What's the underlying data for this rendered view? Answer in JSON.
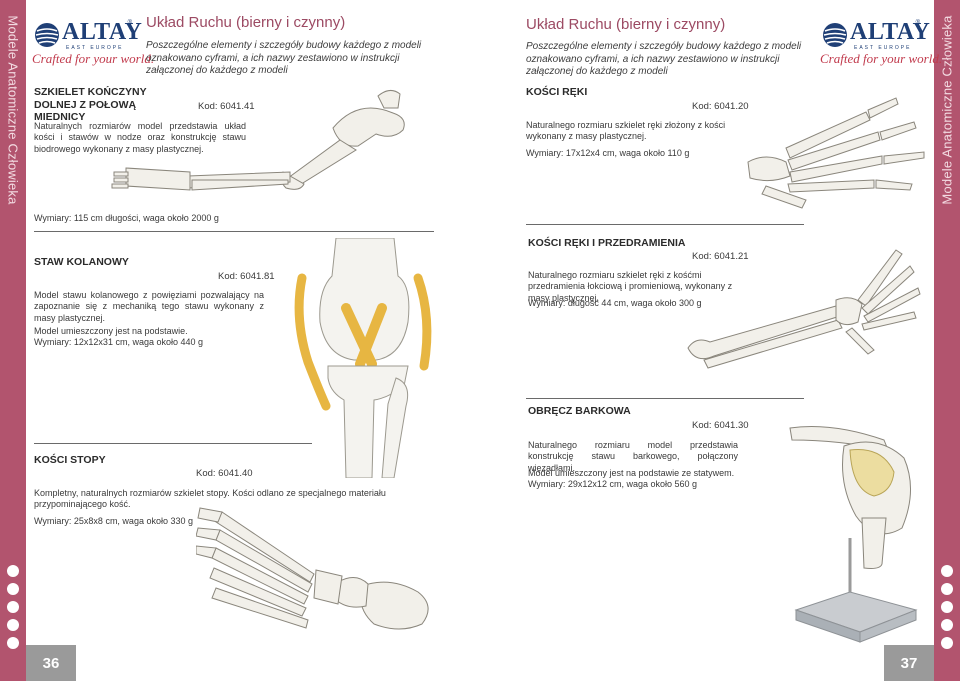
{
  "side": {
    "label": "Modele Anatomiczne Człowieka"
  },
  "logo": {
    "brand": "ALTAY",
    "reg": "®",
    "sub": "EAST EUROPE",
    "tagline": "Crafted for your world."
  },
  "header": {
    "title": "Układ Ruchu (bierny i czynny)",
    "description": "Poszczególne elementy i szczegóły budowy każdego z modeli oznakowano cyframi, a ich nazwy zestawiono w instrukcji załączonej do każdego z modeli"
  },
  "pages": {
    "left": "36",
    "right": "37"
  },
  "products": {
    "szkielet": {
      "title": "SZKIELET KOŃCZYNY DOLNEJ Z POŁOWĄ MIEDNICY",
      "code": "Kod: 6041.41",
      "description": "Naturalnych rozmiarów model przedstawia układ kości i stawów w nodze oraz konstrukcję stawu biodrowego wykonany z masy plastycznej.",
      "dims": "Wymiary: 115 cm długości, waga około 2000 g"
    },
    "staw": {
      "title": "STAW KOLANOWY",
      "code": "Kod: 6041.81",
      "description": "Model stawu kolanowego z powięziami pozwalający na zapoznanie się z mechaniką tego stawu wykonany z masy plastycznej.",
      "note": "Model umieszczony jest na podstawie.",
      "dims": "Wymiary: 12x12x31 cm, waga około 440 g"
    },
    "stopa": {
      "title": "KOŚCI STOPY",
      "code": "Kod: 6041.40",
      "description": "Kompletny, naturalnych rozmiarów szkielet stopy. Kości odlano ze specjalnego materiału przypominającego kość.",
      "dims": "Wymiary: 25x8x8 cm, waga około 330 g"
    },
    "reka": {
      "title": "KOŚCI RĘKI",
      "code": "Kod: 6041.20",
      "description": "Naturalnego rozmiaru szkielet ręki złożony z kości wykonany z masy plastycznej.",
      "dims": "Wymiary: 17x12x4 cm, waga około 110 g"
    },
    "przedramie": {
      "title": "KOŚCI RĘKI I PRZEDRAMIENIA",
      "code": "Kod: 6041.21",
      "description": "Naturalnego rozmiaru szkielet ręki z kośćmi przedramienia łokciową i promieniową, wykonany z masy plastycznej.",
      "dims": "Wymiary: długość 44 cm, waga około 300 g"
    },
    "obrecz": {
      "title": "OBRĘCZ BARKOWA",
      "code": "Kod: 6041.30",
      "description": "Naturalnego rozmiaru model przedstawia konstrukcję stawu barkowego, połączony więzadłami.",
      "note": "Model umieszczony jest na podstawie ze statywem.",
      "dims": "Wymiary: 29x12x12 cm, waga około 560 g"
    }
  },
  "colors": {
    "accent": "#b2546e",
    "title": "#9c4a63",
    "brand": "#1f3f76",
    "tagline": "#c13a4c",
    "pagebox": "#9a9a9a"
  }
}
